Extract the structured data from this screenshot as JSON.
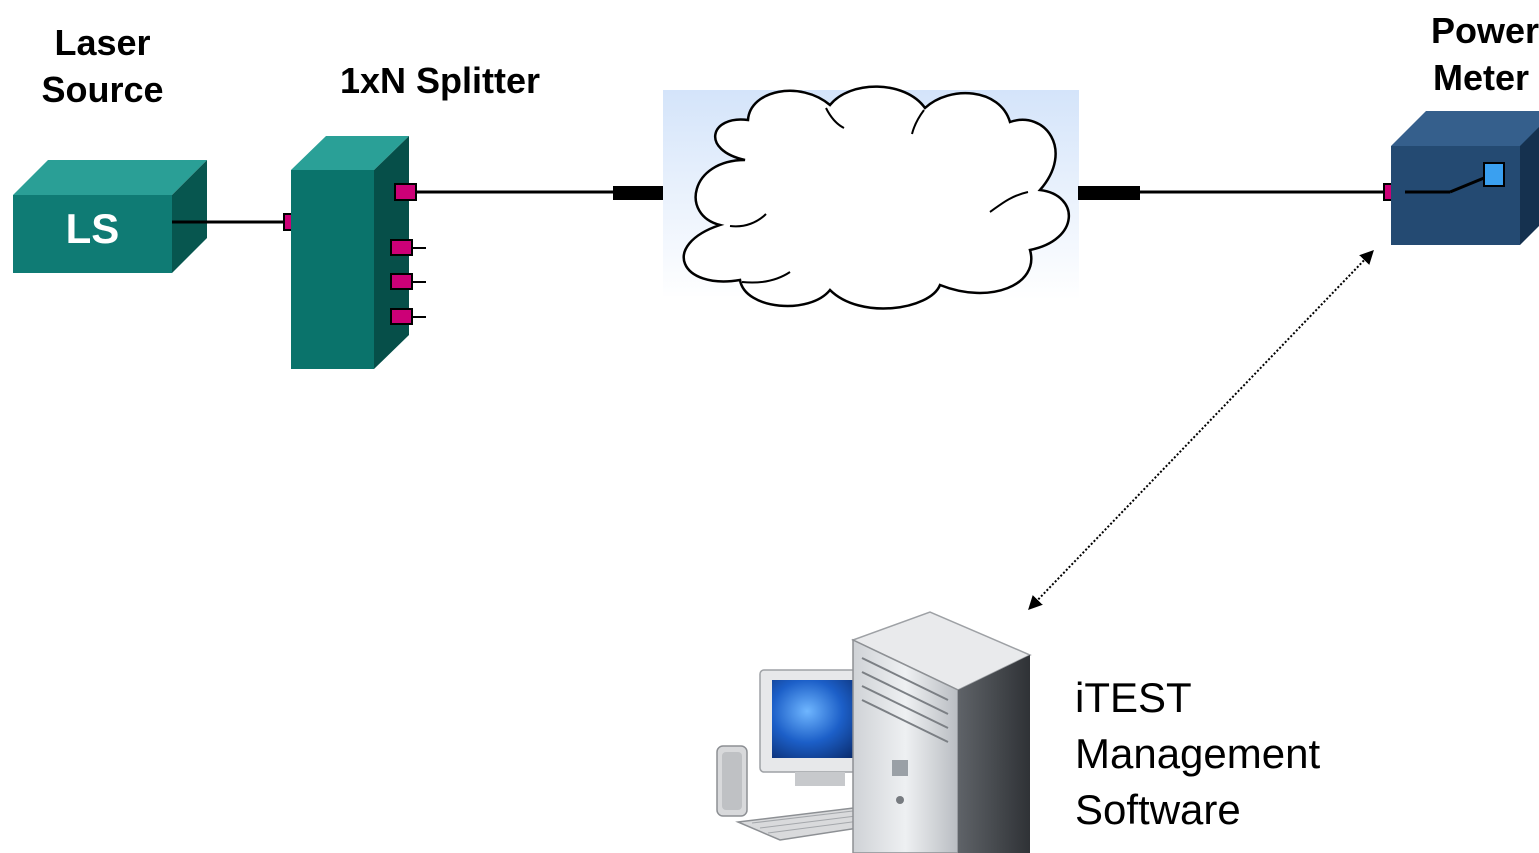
{
  "labels": {
    "laser_source_line1": "Laser",
    "laser_source_line2": "Source",
    "laser_box_text": "LS",
    "splitter": "1xN Splitter",
    "power_meter_line1": "Power",
    "power_meter_line2": "Meter",
    "software_line1": "iTEST",
    "software_line2": "Management",
    "software_line3": "Software"
  },
  "colors": {
    "laser_box": "#0f7b74",
    "splitter_box": "#0a736b",
    "power_meter_box": "#244a72",
    "connector": "#cc0077",
    "meter_port": "#3aa0f0",
    "cloud_bg": "#dbe9fb"
  },
  "icons": {
    "computer": "desktop-computer-icon",
    "cloud": "network-cloud-icon"
  }
}
